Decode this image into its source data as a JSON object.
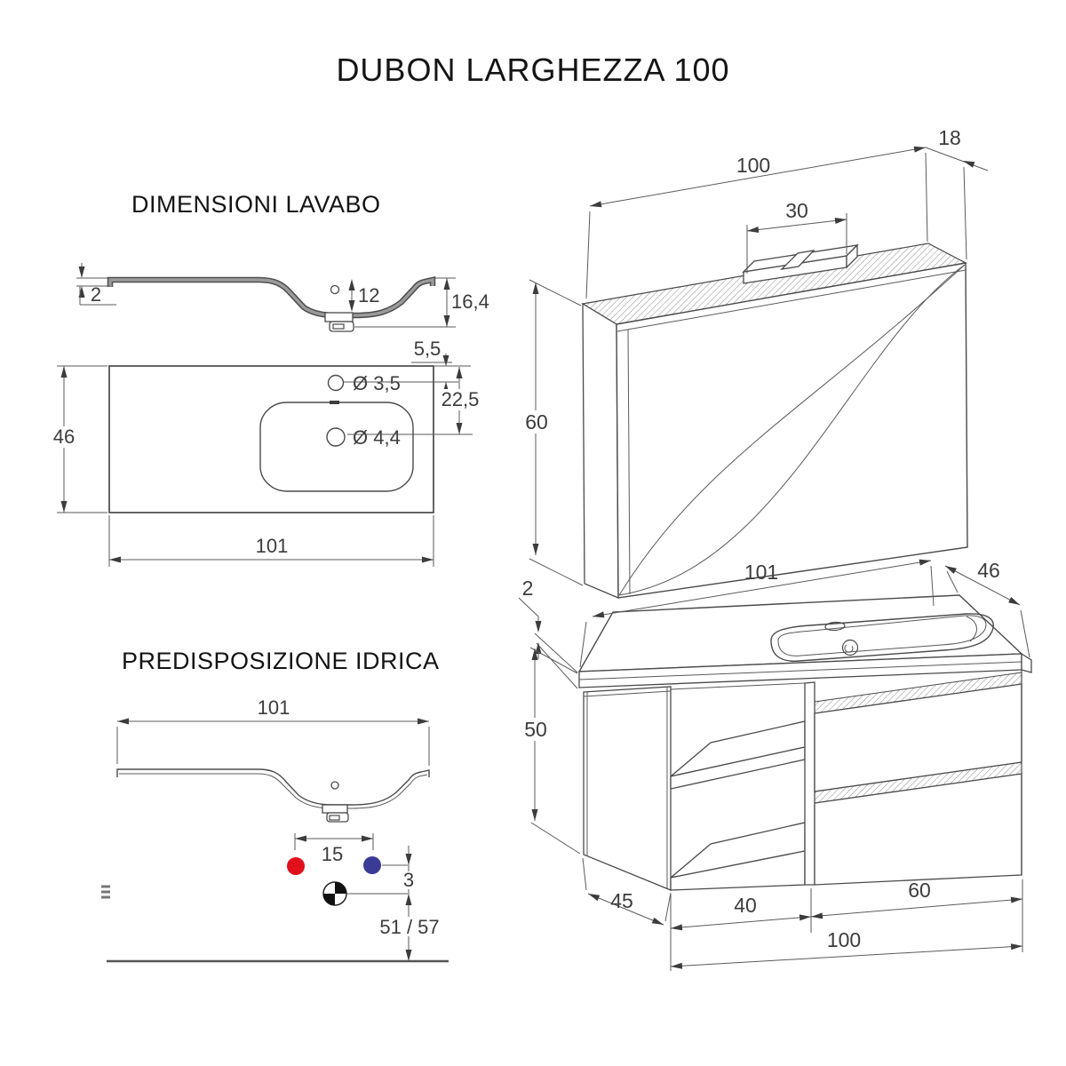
{
  "title": "DUBON LARGHEZZA 100",
  "colors": {
    "hot": "#e0101c",
    "cold": "#3a3a97",
    "line": "#4a4a4a"
  },
  "lavabo": {
    "heading": "DIMENSIONI LAVABO",
    "profile": {
      "thickness": "2",
      "inner_depth": "12",
      "total_depth": "16,4"
    },
    "plan": {
      "width": "101",
      "depth": "46",
      "tap_hole": "Ø 3,5",
      "drain_hole": "Ø 4,4",
      "tap_offset": "5,5",
      "drain_offset": "22,5"
    }
  },
  "idrica": {
    "heading": "PREDISPOSIZIONE IDRICA",
    "width": "101",
    "hole_spacing": "15",
    "drain_drop": "3",
    "drain_height": "51 / 57"
  },
  "mirror": {
    "width": "100",
    "depth": "18",
    "light_width": "30",
    "height": "60"
  },
  "vanity": {
    "top_width": "101",
    "top_depth": "46",
    "top_thickness": "2",
    "height": "50",
    "depth": "45",
    "open_width": "40",
    "drawer_width": "60",
    "body_width": "100"
  }
}
